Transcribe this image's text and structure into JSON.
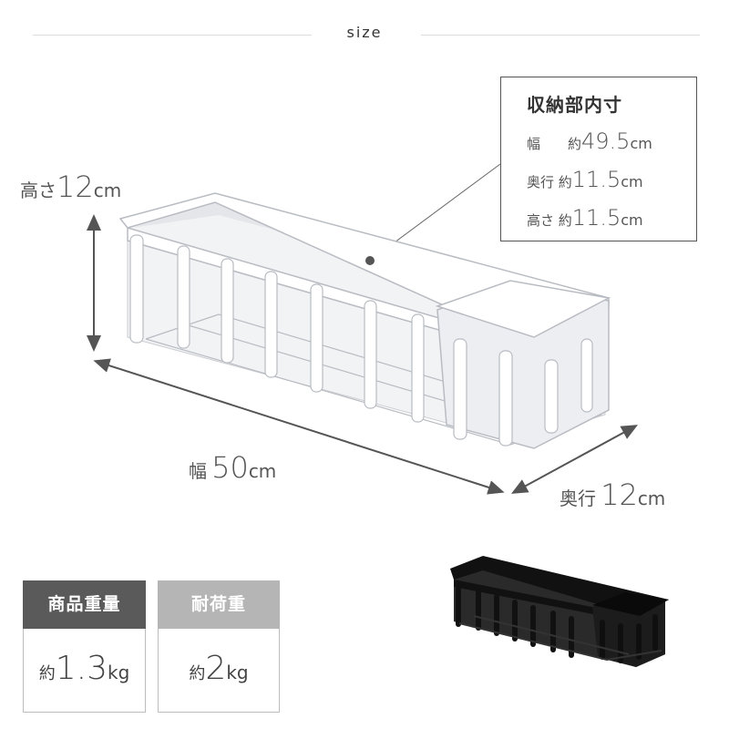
{
  "header": {
    "title": "size"
  },
  "dimensions": {
    "height": {
      "jp": "高さ",
      "num": "12",
      "unit": "cm"
    },
    "width": {
      "jp": "幅",
      "num": "50",
      "unit": "cm"
    },
    "depth": {
      "jp": "奥行",
      "num": "12",
      "unit": "cm"
    }
  },
  "inner": {
    "title": "収納部内寸",
    "rows": [
      {
        "label": "幅　　約",
        "num": "49.5",
        "unit": "cm"
      },
      {
        "label": "奥行 約",
        "num": "11.5",
        "unit": "cm"
      },
      {
        "label": "高さ 約",
        "num": "11.5",
        "unit": "cm"
      }
    ]
  },
  "specs": {
    "weight": {
      "head": "商品重量",
      "prefix": "約",
      "num": "1.3",
      "unit": "kg"
    },
    "load": {
      "head": "耐荷重",
      "prefix": "約",
      "num": "2",
      "unit": "kg"
    }
  },
  "colors": {
    "dark_head": "#5a5a5a",
    "light_head": "#b5b5b5",
    "product_white": "#ffffff",
    "product_black": "#1a1a1a"
  }
}
